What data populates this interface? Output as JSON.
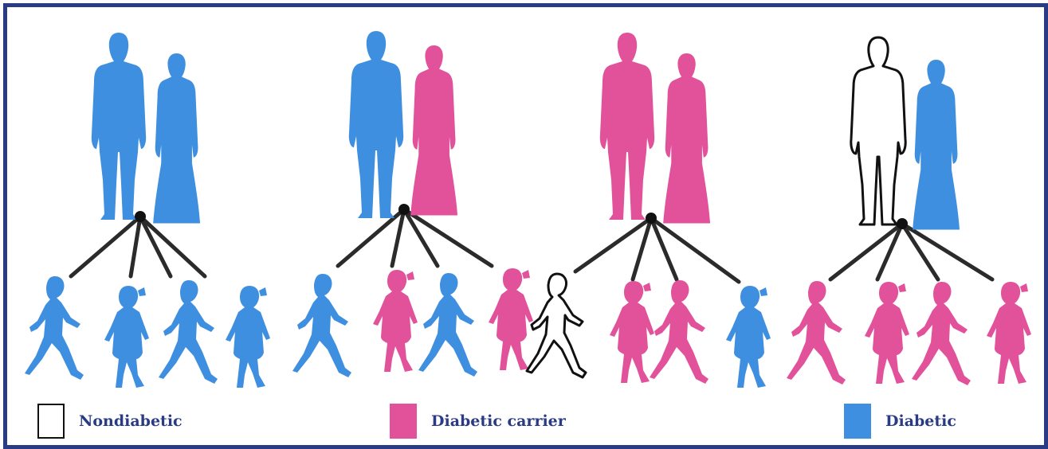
{
  "legend": {
    "nondiabetic": {
      "label": "Nondiabetic",
      "color": "#ffffff"
    },
    "carrier": {
      "label": "Diabetic carrier",
      "color": "#e2529b"
    },
    "diabetic": {
      "label": "Diabetic",
      "color": "#3f8fe0"
    }
  },
  "colors": {
    "border": "#2a3b86",
    "line": "#2b2b2b",
    "outline": "#111111"
  },
  "families": [
    {
      "parents": [
        "diabetic",
        "diabetic"
      ],
      "children": [
        "diabetic",
        "diabetic",
        "diabetic",
        "diabetic"
      ]
    },
    {
      "parents": [
        "diabetic",
        "carrier"
      ],
      "children": [
        "diabetic",
        "carrier",
        "diabetic",
        "carrier"
      ]
    },
    {
      "parents": [
        "carrier",
        "carrier"
      ],
      "children": [
        "nondiabetic",
        "carrier",
        "carrier",
        "diabetic"
      ]
    },
    {
      "parents": [
        "nondiabetic",
        "diabetic"
      ],
      "children": [
        "carrier",
        "carrier",
        "carrier",
        "carrier"
      ]
    }
  ]
}
